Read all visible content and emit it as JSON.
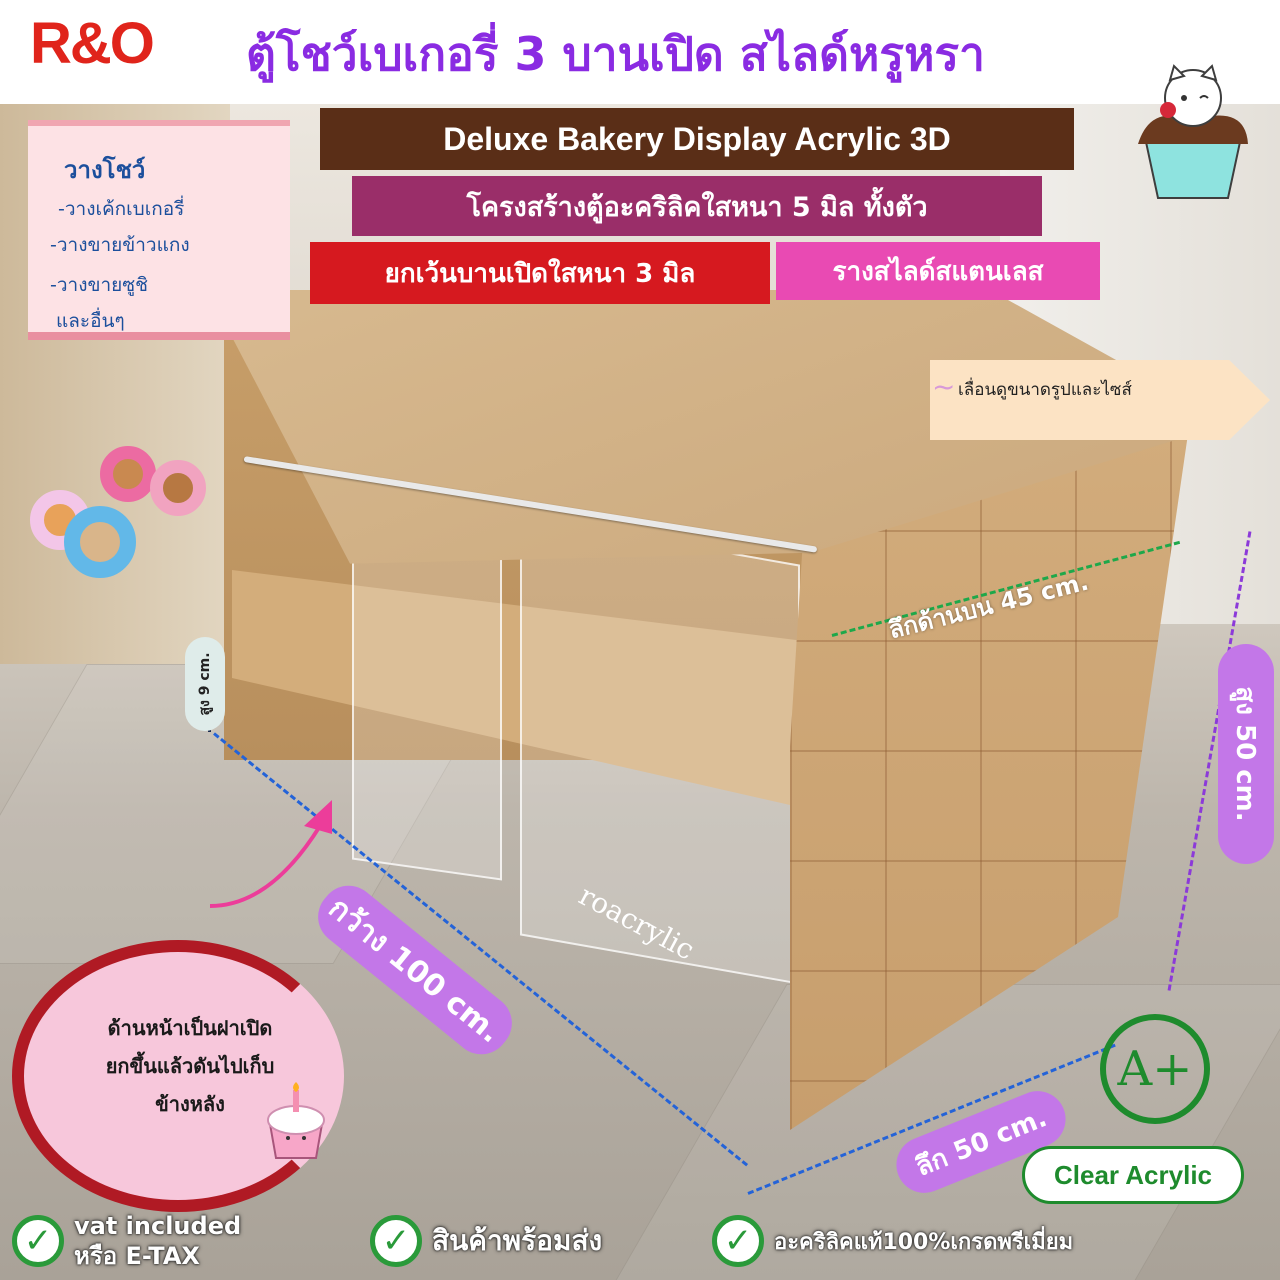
{
  "brand": {
    "logo": "R&O"
  },
  "title": "ตู้โชว์เบเกอรี่ 3 บานเปิด สไลด์หรูหรา",
  "banners": {
    "product_name": "Deluxe Bakery Display Acrylic 3D",
    "structure": "โครงสร้างตู้อะคริลิคใสหนา 5 มิล ทั้งตัว",
    "except_door": "ยกเว้นบานเปิดใสหนา 3 มิล",
    "rail": "รางสไลด์สแตนเลส"
  },
  "uses": {
    "title": "วางโชว์",
    "items": [
      "-วางเค้กเบเกอรี่",
      "-วางขายข้าวแกง",
      "-วางขายซูชิ",
      "และอื่นๆ"
    ]
  },
  "slide_hint": "เลื่อนดูขนาดรูปและไซส์",
  "dimensions": {
    "top_depth": "ลึกด้านบน 45 cm.",
    "front_height": "สูง 9 cm.",
    "height": "สูง 50 cm.",
    "width": "กว้าง 100 cm.",
    "depth": "ลึก 50 cm."
  },
  "watermark": "roacrylic",
  "front_note": [
    "ด้านหน้าเป็นฝาเปิด",
    "ยกขึ้นแล้วดันไปเก็บ",
    "ข้างหลัง"
  ],
  "grade": "A+",
  "material_badge": "Clear Acrylic",
  "features": [
    {
      "line1": "vat included",
      "line2": "หรือ E-TAX"
    },
    {
      "line1": "สินค้าพร้อมส่ง"
    },
    {
      "line1": "อะคริลิคแท้100%เกรดพรีเมี่ยม"
    }
  ],
  "colors": {
    "logo": "#e0241b",
    "title": "#8a2be2",
    "product_banner": "#5a2e17",
    "structure_banner": "#9a2e69",
    "except_banner": "#d6191f",
    "rail_banner": "#e94ab3",
    "dimension_pill": "#c377e8",
    "check": "#2a9a3a"
  }
}
